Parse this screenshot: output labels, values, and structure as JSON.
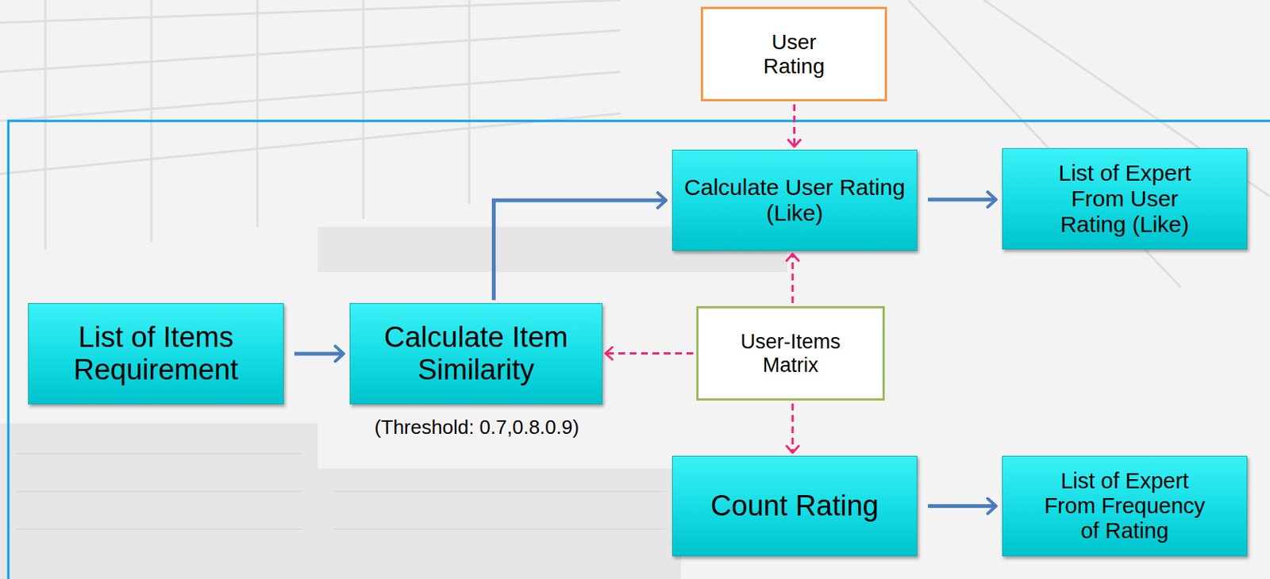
{
  "diagram": {
    "nodes": [
      {
        "text": [
          "User Rating"
        ]
      },
      {
        "text": [
          "Calculate User Rating (Like)"
        ]
      },
      {
        "text": [
          "List of Expert From User Rating (Like)"
        ]
      },
      {
        "text": [
          "List of Items Requirement"
        ]
      },
      {
        "text": [
          "Calculate Item Similarity"
        ]
      },
      {
        "text": [
          "User-Items Matrix"
        ]
      },
      {
        "text": [
          "Count Rating"
        ]
      },
      {
        "text": [
          "List of Expert From Frequency of Rating"
        ]
      }
    ],
    "edges": [
      {
        "from": 0,
        "to": 1,
        "arrow": "to"
      },
      {
        "from": 1,
        "to": 2,
        "arrow": "to"
      },
      {
        "from": 3,
        "to": 4,
        "arrow": "to"
      },
      {
        "from": 4,
        "to": 1,
        "arrow": "to"
      },
      {
        "from": 5,
        "to": 4,
        "arrow": "to"
      },
      {
        "from": 5,
        "to": 1,
        "arrow": "to"
      },
      {
        "from": 5,
        "to": 6,
        "arrow": "to"
      },
      {
        "from": 6,
        "to": 7,
        "arrow": "to"
      }
    ],
    "labels": [
      "(Threshold: 0.7,0.8.0.9)"
    ]
  }
}
